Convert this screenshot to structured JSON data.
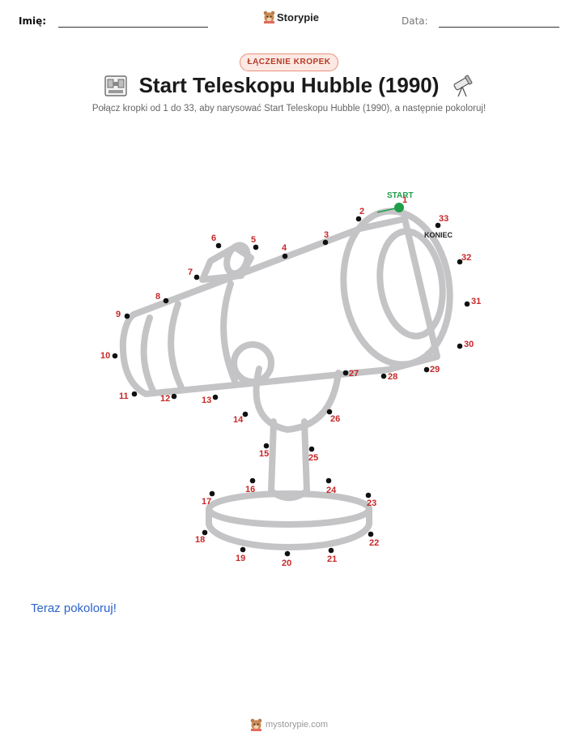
{
  "header": {
    "name_label": "Imię:",
    "date_label": "Data:",
    "brand": "Storypie"
  },
  "badge": "ŁĄCZENIE KROPEK",
  "title": "Start Teleskopu Hubble (1990)",
  "subtitle": "Połącz kropki od 1 do 33, aby narysować Start Teleskopu Hubble (1990), a następnie pokoloruj!",
  "start_label": "START",
  "end_label": "KONIEC",
  "dots": [
    {
      "n": "1"
    },
    {
      "n": "2"
    },
    {
      "n": "3"
    },
    {
      "n": "4"
    },
    {
      "n": "5"
    },
    {
      "n": "6"
    },
    {
      "n": "7"
    },
    {
      "n": "8"
    },
    {
      "n": "9"
    },
    {
      "n": "10"
    },
    {
      "n": "11"
    },
    {
      "n": "12"
    },
    {
      "n": "13"
    },
    {
      "n": "14"
    },
    {
      "n": "15"
    },
    {
      "n": "16"
    },
    {
      "n": "17"
    },
    {
      "n": "18"
    },
    {
      "n": "19"
    },
    {
      "n": "20"
    },
    {
      "n": "21"
    },
    {
      "n": "22"
    },
    {
      "n": "23"
    },
    {
      "n": "24"
    },
    {
      "n": "25"
    },
    {
      "n": "26"
    },
    {
      "n": "27"
    },
    {
      "n": "28"
    },
    {
      "n": "29"
    },
    {
      "n": "30"
    },
    {
      "n": "31"
    },
    {
      "n": "32"
    },
    {
      "n": "33"
    }
  ],
  "color_prompt": "Teraz pokoloruj!",
  "footer": "mystorypie.com",
  "colors": {
    "accent_red": "#c62828",
    "start_green": "#1f9e4a",
    "outline_gray": "#c4c4c6",
    "link_blue": "#2c63c9"
  },
  "icons": [
    "bear-logo-icon",
    "satellite-icon",
    "telescope-icon"
  ]
}
